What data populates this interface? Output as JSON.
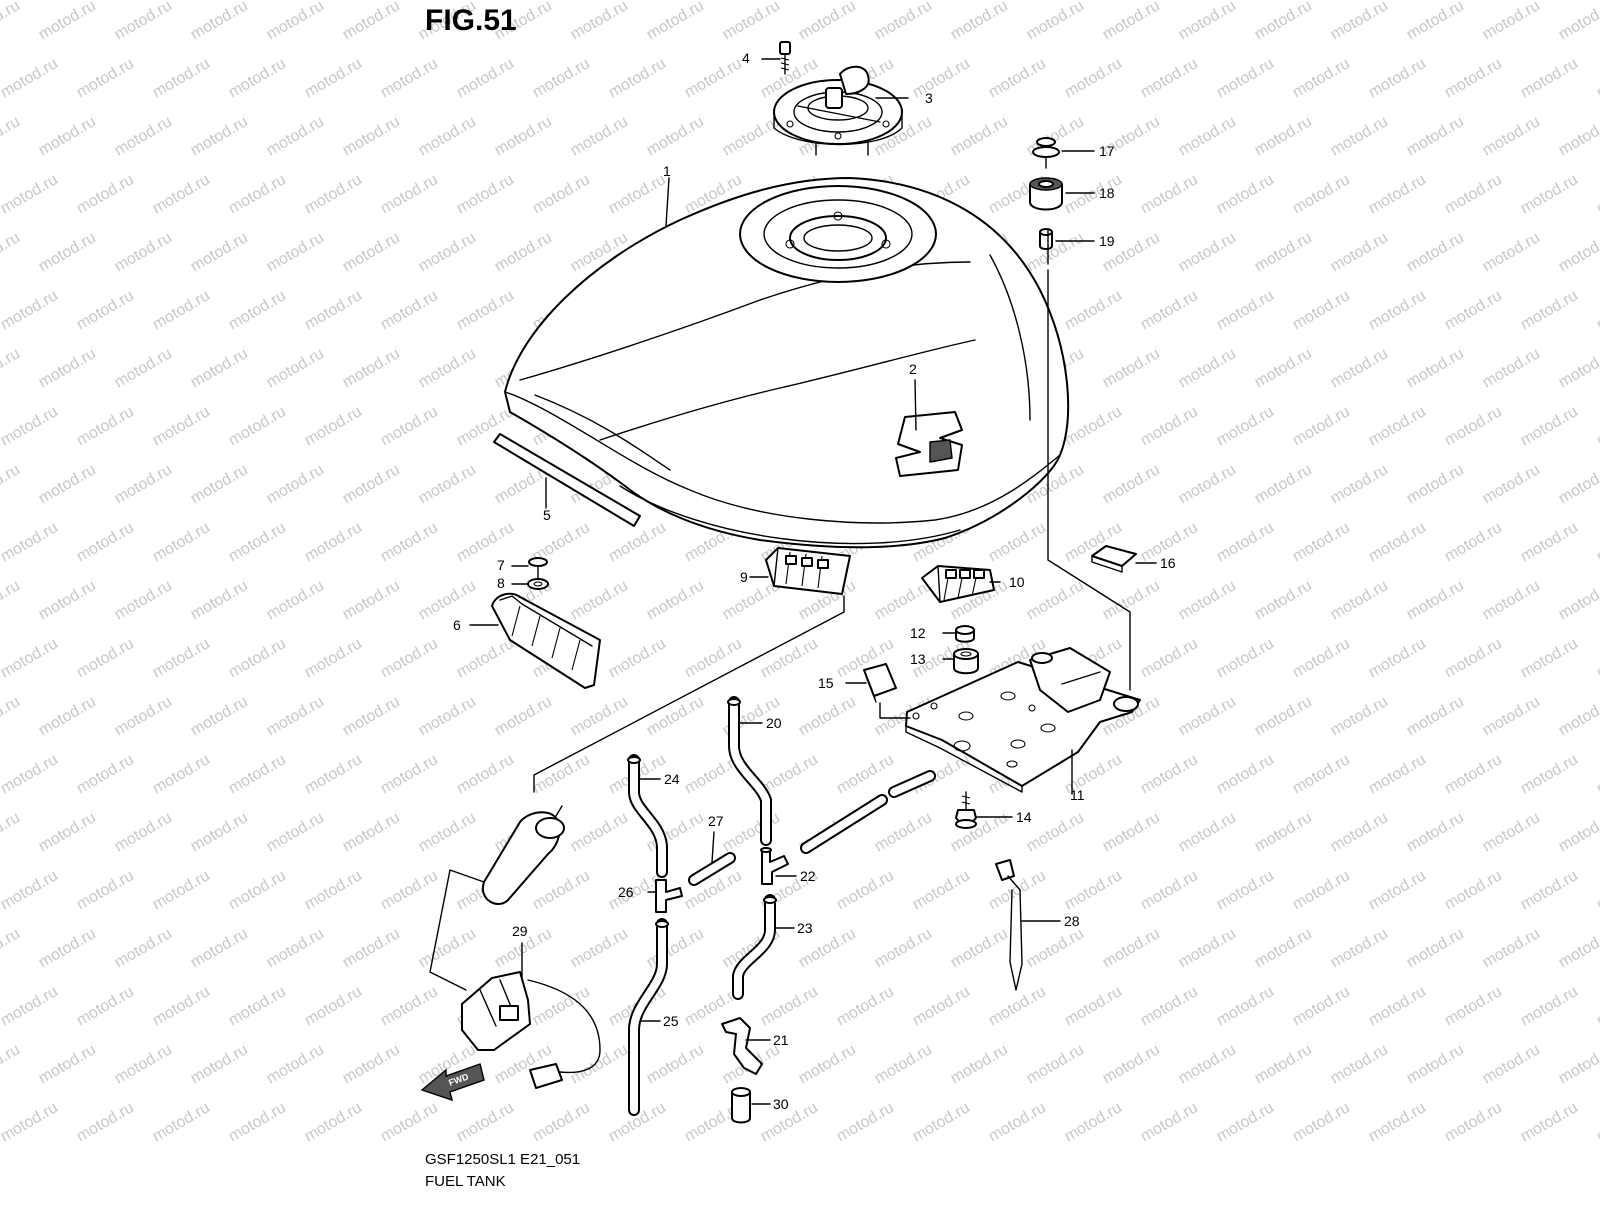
{
  "figure": {
    "title": "FIG.51",
    "code": "GSF1250SL1 E21_051",
    "name": "FUEL TANK"
  },
  "watermark": "motod.ru",
  "fwd_label": "FWD",
  "callouts": [
    {
      "id": "c1",
      "label": "1"
    },
    {
      "id": "c2",
      "label": "2"
    },
    {
      "id": "c3",
      "label": "3"
    },
    {
      "id": "c4",
      "label": "4"
    },
    {
      "id": "c5",
      "label": "5"
    },
    {
      "id": "c6",
      "label": "6"
    },
    {
      "id": "c7",
      "label": "7"
    },
    {
      "id": "c8",
      "label": "8"
    },
    {
      "id": "c9",
      "label": "9"
    },
    {
      "id": "c10",
      "label": "10"
    },
    {
      "id": "c11",
      "label": "11"
    },
    {
      "id": "c12",
      "label": "12"
    },
    {
      "id": "c13",
      "label": "13"
    },
    {
      "id": "c14",
      "label": "14"
    },
    {
      "id": "c15",
      "label": "15"
    },
    {
      "id": "c16",
      "label": "16"
    },
    {
      "id": "c17",
      "label": "17"
    },
    {
      "id": "c18",
      "label": "18"
    },
    {
      "id": "c19",
      "label": "19"
    },
    {
      "id": "c20",
      "label": "20"
    },
    {
      "id": "c21",
      "label": "21"
    },
    {
      "id": "c22",
      "label": "22"
    },
    {
      "id": "c23",
      "label": "23"
    },
    {
      "id": "c24",
      "label": "24"
    },
    {
      "id": "c25",
      "label": "25"
    },
    {
      "id": "c26",
      "label": "26"
    },
    {
      "id": "c27",
      "label": "27"
    },
    {
      "id": "c28",
      "label": "28"
    },
    {
      "id": "c29",
      "label": "29"
    },
    {
      "id": "c30",
      "label": "30"
    }
  ]
}
